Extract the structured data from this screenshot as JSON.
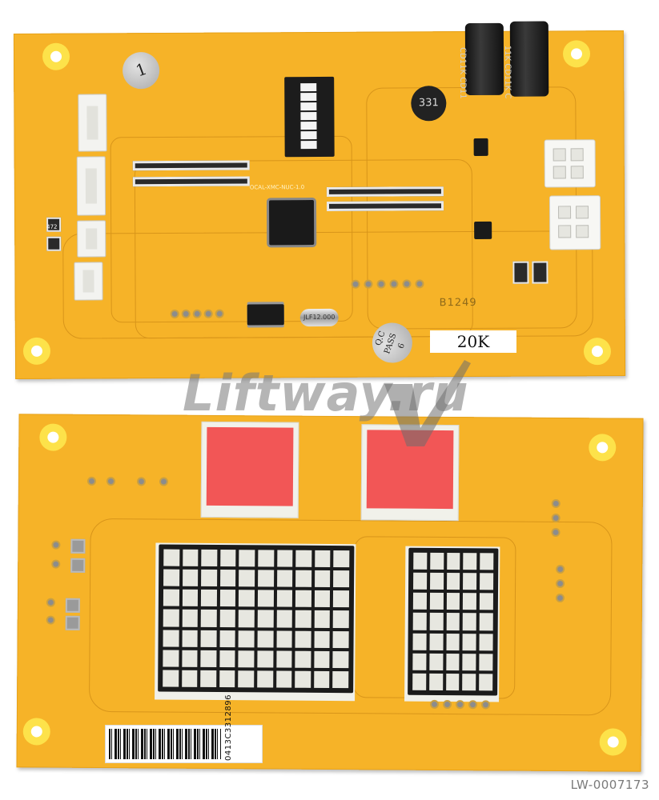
{
  "image": {
    "watermark": "Liftway.ru",
    "photo_id": "LW-0007173"
  },
  "top_board": {
    "sticker_round_top": "1",
    "cap_left_text": "CD11K CD11",
    "cap_right_text": "11K CD11K C",
    "inductor": "331",
    "crystal": "JLF12.000",
    "model_silk": "OCAL-XMC-NUC-1.0",
    "qc_line1": "Q.C",
    "qc_line2": "PASS",
    "qc_line3": "6",
    "batch": "B1249",
    "resistance_label": "20K",
    "resistor_code": "472"
  },
  "bottom_board": {
    "barcode_number": "0413C3312896",
    "matrix_left": {
      "cols": 10,
      "rows": 7
    },
    "matrix_right": {
      "cols": 5,
      "rows": 7
    },
    "segment_color": "#f25656"
  },
  "colors": {
    "pcb": "#f6b328",
    "watermark": "#8a8a8a"
  }
}
